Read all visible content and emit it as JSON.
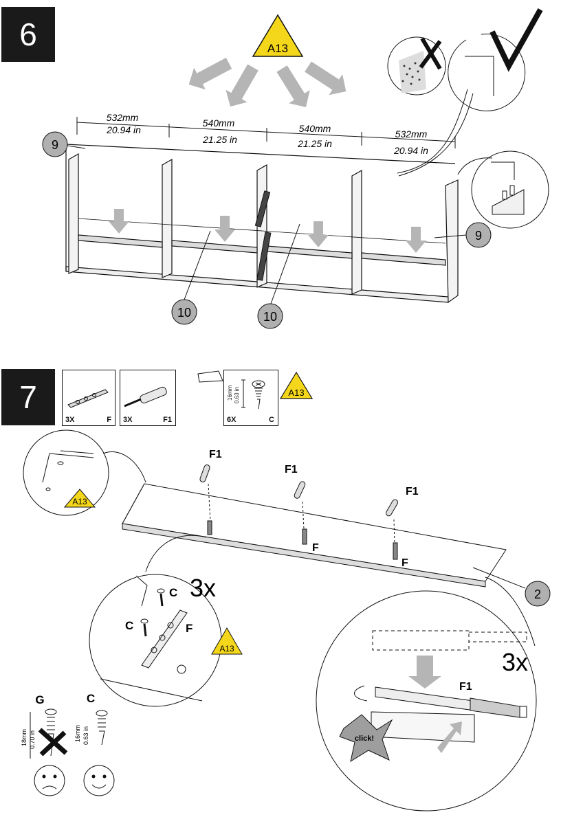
{
  "step6": {
    "number": "6",
    "warning_tag": "A13",
    "dimensions": [
      {
        "mm": "532mm",
        "in": "20.94 in"
      },
      {
        "mm": "540mm",
        "in": "21.25 in"
      },
      {
        "mm": "540mm",
        "in": "21.25 in"
      },
      {
        "mm": "532mm",
        "in": "20.94 in"
      }
    ],
    "callouts": {
      "part_9_left": "9",
      "part_9_right": "9",
      "part_10_a": "10",
      "part_10_b": "10"
    }
  },
  "step7": {
    "number": "7",
    "parts": [
      {
        "qty": "3X",
        "code": "F"
      },
      {
        "qty": "3X",
        "code": "F1"
      },
      {
        "qty": "6X",
        "code": "C",
        "size_mm": "16mm",
        "size_in": "0.63 in"
      }
    ],
    "warning_tag": "A13",
    "panel_callout": "2",
    "labels": {
      "f1": "F1",
      "f": "F",
      "c": "C",
      "times": "3x",
      "click": "click!"
    },
    "screw_compare": {
      "wrong": {
        "code": "G",
        "mm": "18mm",
        "in": "0.70 in"
      },
      "right": {
        "code": "C",
        "mm": "16mm",
        "in": "0.63 in"
      }
    }
  }
}
